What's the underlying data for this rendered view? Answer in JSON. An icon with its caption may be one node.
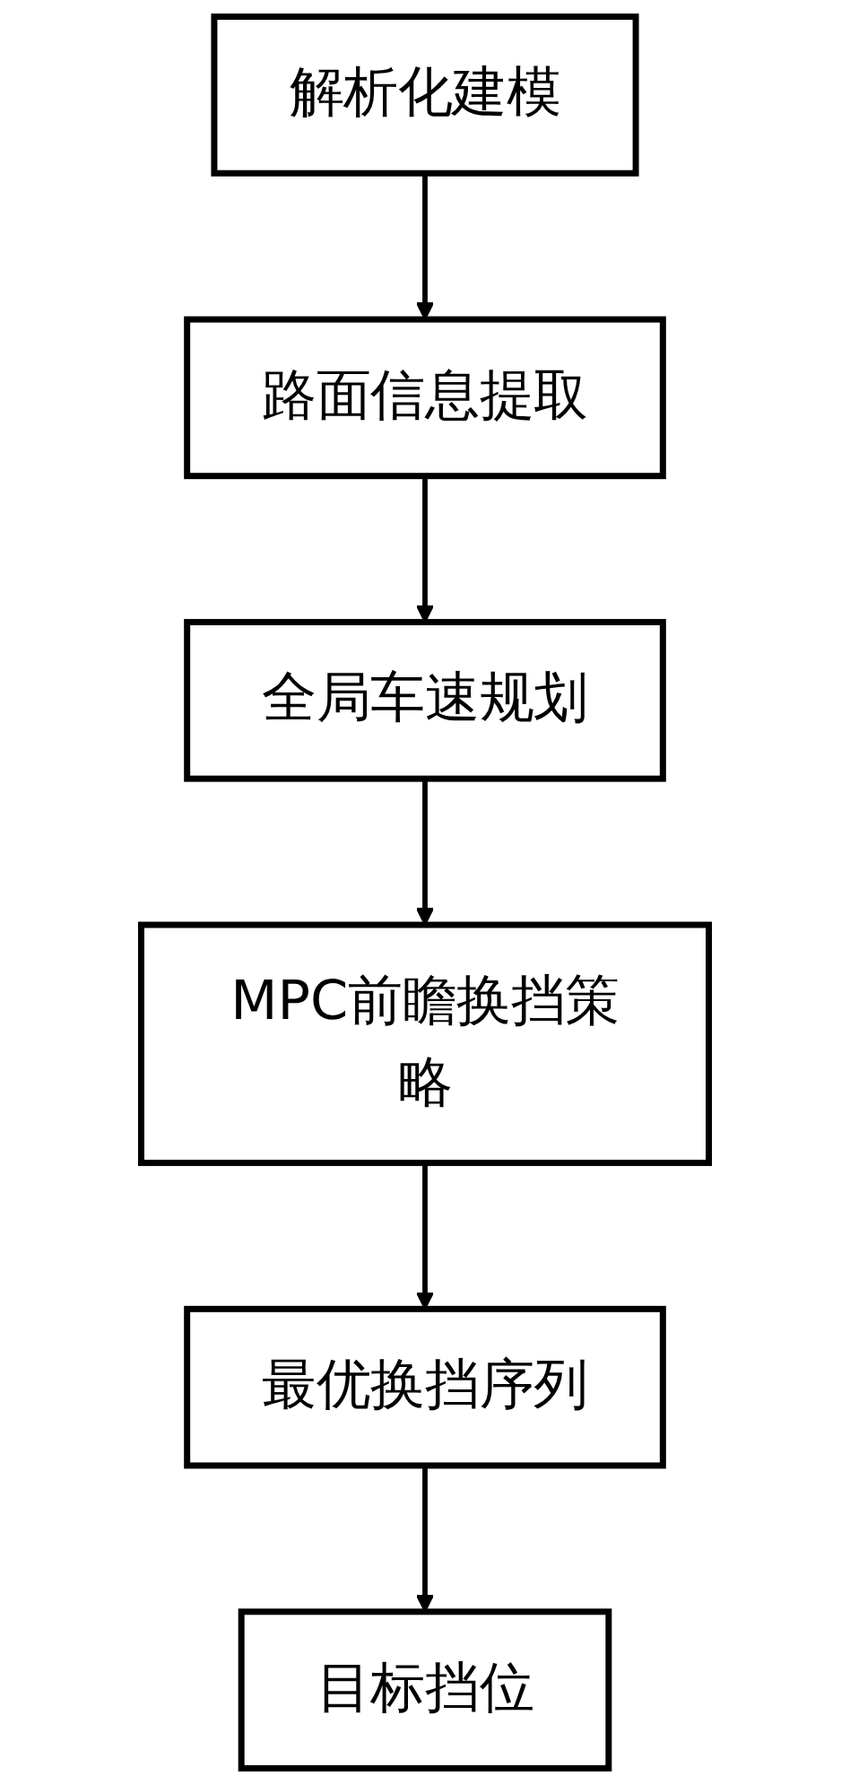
{
  "diagram": {
    "nodes": [
      {
        "text": [
          "解析化建模"
        ]
      },
      {
        "text": [
          "路面信息提取"
        ]
      },
      {
        "text": [
          "全局车速规划"
        ]
      },
      {
        "text": [
          "MPC前瞻换挡策略"
        ]
      },
      {
        "text": [
          "最优换挡序列"
        ]
      },
      {
        "text": [
          "目标挡位"
        ]
      }
    ],
    "edges": [
      {
        "from": 0,
        "to": 1,
        "arrow": "to"
      },
      {
        "from": 1,
        "to": 2,
        "arrow": "to"
      },
      {
        "from": 2,
        "to": 3,
        "arrow": "to"
      },
      {
        "from": 3,
        "to": 4,
        "arrow": "to"
      },
      {
        "from": 4,
        "to": 5,
        "arrow": "to"
      }
    ]
  }
}
